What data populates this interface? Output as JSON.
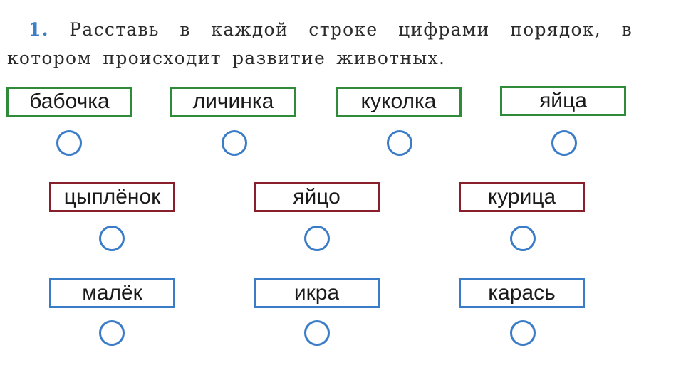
{
  "task": {
    "number": "1.",
    "line1": "Расставь в каждой строке цифрами порядок, в",
    "line2": "котором происходит развитие животных."
  },
  "rows": [
    {
      "border_color": "#2f8a3a",
      "words": [
        "бабочка",
        "личинка",
        "куколка",
        "яйца"
      ],
      "answers": [
        "",
        "",
        "",
        ""
      ]
    },
    {
      "border_color": "#8a1f2c",
      "words": [
        "цыплёнок",
        "яйцо",
        "курица"
      ],
      "answers": [
        "",
        "",
        ""
      ]
    },
    {
      "border_color": "#3a7cc8",
      "words": [
        "малёк",
        "икра",
        "карась"
      ],
      "answers": [
        "",
        "",
        ""
      ]
    }
  ]
}
